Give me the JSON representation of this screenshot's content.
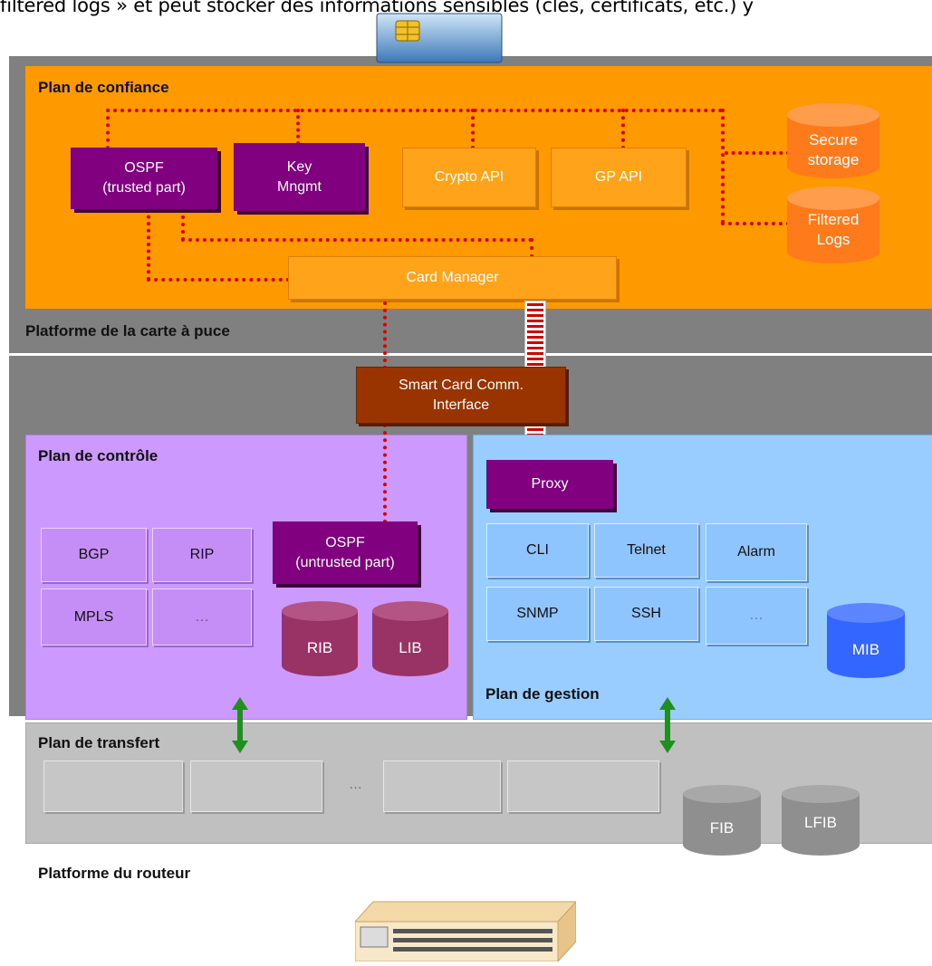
{
  "caption": "filtered logs » et peut stocker des informations sensibles (clés, certificats, etc.) y",
  "smart_card_platform": {
    "label": "Platforme de la carte à puce",
    "trust_plane": {
      "label": "Plan de confiance",
      "ospf_trusted": "OSPF\n(trusted part)",
      "key_mgmt": "Key\nMngmt",
      "crypto_api": "Crypto API",
      "gp_api": "GP API",
      "secure_storage": "Secure\nstorage",
      "filtered_logs": "Filtered\nLogs",
      "card_manager": "Card Manager"
    }
  },
  "sci": "Smart Card Comm.\nInterface",
  "router_platform": {
    "label": "Platforme du routeur",
    "control_plane": {
      "label": "Plan de contrôle",
      "bgp": "BGP",
      "rip": "RIP",
      "mpls": "MPLS",
      "ellipsis": "…",
      "ospf_untrusted": "OSPF\n(untrusted part)",
      "rib": "RIB",
      "lib": "LIB"
    },
    "management_plane": {
      "label": "Plan de gestion",
      "proxy": "Proxy",
      "cli": "CLI",
      "telnet": "Telnet",
      "alarm": "Alarm",
      "snmp": "SNMP",
      "ssh": "SSH",
      "ellipsis": "…",
      "mib": "MIB"
    },
    "transfer_plane": {
      "label": "Plan de transfert",
      "ellipsis": "…",
      "fib": "FIB",
      "lfib": "LFIB"
    }
  },
  "colors": {
    "trust_plane": "#ff9900",
    "control_plane": "#cc99ff",
    "management_plane": "#99ccff",
    "transfer_plane": "#c0c0c0",
    "platform": "#808080",
    "trusted_link": "#dd0000",
    "arrow": "#1f8f1f"
  },
  "icons": {
    "smart_card": "smart-card-chip-icon",
    "router": "router-device-icon"
  }
}
